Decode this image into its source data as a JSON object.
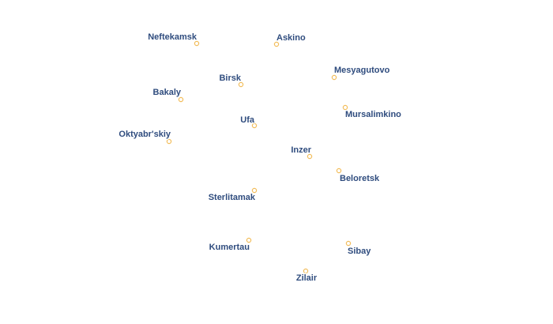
{
  "map": {
    "cities": [
      {
        "name": "Neftekamsk"
      },
      {
        "name": "Askino"
      },
      {
        "name": "Mesyagutovo"
      },
      {
        "name": "Birsk"
      },
      {
        "name": "Bakaly"
      },
      {
        "name": "Mursalimkino"
      },
      {
        "name": "Ufa"
      },
      {
        "name": "Oktyabr'skiy"
      },
      {
        "name": "Inzer"
      },
      {
        "name": "Beloretsk"
      },
      {
        "name": "Sterlitamak"
      },
      {
        "name": "Kumertau"
      },
      {
        "name": "Sibay"
      },
      {
        "name": "Zilair"
      }
    ],
    "colors": {
      "label": "#2f4c7e",
      "label_halo": "#ffffff",
      "marker_stroke": "#f2bd5b",
      "background": "#ffffff"
    }
  }
}
